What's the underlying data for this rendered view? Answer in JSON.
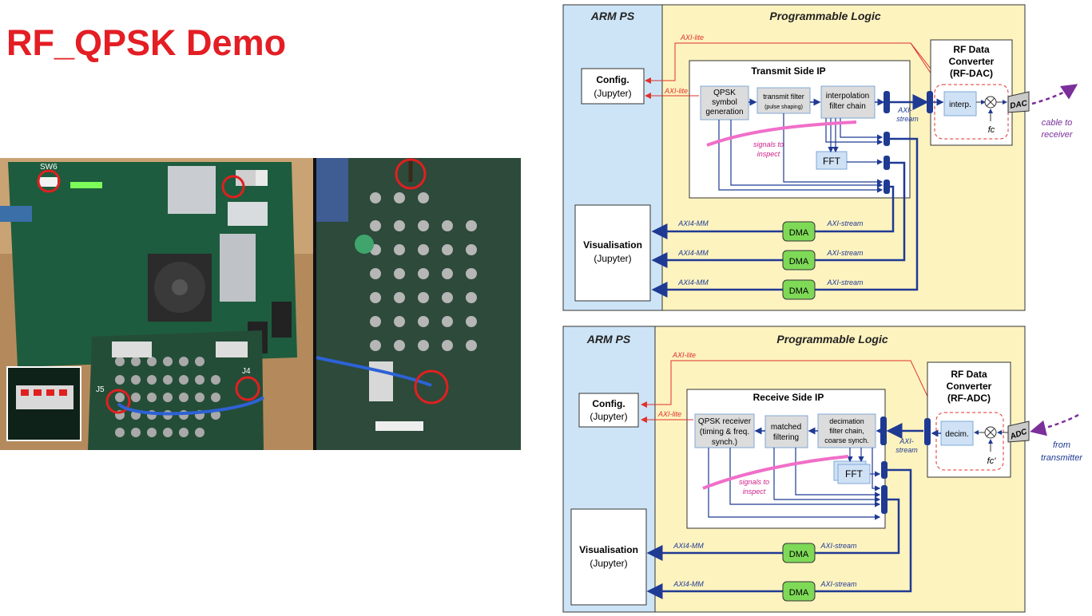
{
  "slide_title": "RF_QPSK Demo",
  "photo": {
    "sw6_label": "SW6",
    "j5_label": "J5",
    "j4_label": "J4"
  },
  "colors": {
    "title_red": "#e31e24",
    "arm_blue": "#cde4f6",
    "pl_yellow": "#fdf3bf",
    "dma_green": "#7ed957",
    "stream_navy": "#1f3a93",
    "axi_lite_red": "#e0312b",
    "inspect_pink": "#f06fc8",
    "cable_purple": "#7a2f9b"
  },
  "tx": {
    "arm_ps": "ARM PS",
    "programmable_logic": "Programmable Logic",
    "config_title": "Config.",
    "config_sub": "(Jupyter)",
    "vis_title": "Visualisation",
    "vis_sub": "(Jupyter)",
    "ip_title": "Transmit Side IP",
    "qpsk_l1": "QPSK",
    "qpsk_l2": "symbol",
    "qpsk_l3": "generation",
    "txfilter_l1": "transmit filter",
    "txfilter_l2": "(pulse shaping)",
    "interp_l1": "interpolation",
    "interp_l2": "filter chain",
    "fft": "FFT",
    "rfdc_l1": "RF Data",
    "rfdc_l2": "Converter",
    "rfdc_l3": "(RF-DAC)",
    "interp_short": "interp.",
    "dac": "DAC",
    "fc": "fc",
    "axi_lite_top": "AXI-lite",
    "axi_lite_left": "AXI-lite",
    "axi_stream_l1": "AXI-",
    "axi_stream_l2": "stream",
    "signals_l1": "signals to",
    "signals_l2": "inspect",
    "cable_l1": "cable to",
    "cable_l2": "receiver",
    "dma": [
      "DMA",
      "DMA",
      "DMA"
    ],
    "axi4mm": [
      "AXI4-MM",
      "AXI4-MM",
      "AXI4-MM"
    ],
    "axistream": [
      "AXI-stream",
      "AXI-stream",
      "AXI-stream"
    ]
  },
  "rx": {
    "arm_ps": "ARM PS",
    "programmable_logic": "Programmable Logic",
    "config_title": "Config.",
    "config_sub": "(Jupyter)",
    "vis_title": "Visualisation",
    "vis_sub": "(Jupyter)",
    "ip_title": "Receive Side IP",
    "qpskrx_l1": "QPSK receiver",
    "qpskrx_l2": "(timing & freq.",
    "qpskrx_l3": "synch.)",
    "matched_l1": "matched",
    "matched_l2": "filtering",
    "decim_l1": "decimation",
    "decim_l2": "filter chain,",
    "decim_l3": "coarse synch.",
    "fft": "FFT",
    "rfdc_l1": "RF Data",
    "rfdc_l2": "Converter",
    "rfdc_l3": "(RF-ADC)",
    "decim_short": "decim.",
    "adc": "ADC",
    "fc": "fc'",
    "axi_lite_top": "AXI-lite",
    "axi_lite_left": "AXI-lite",
    "axi_stream_l1": "AXI-",
    "axi_stream_l2": "stream",
    "signals_l1": "signals to",
    "signals_l2": "inspect",
    "from_l1": "from",
    "from_l2": "transmitter",
    "dma": [
      "DMA",
      "DMA"
    ],
    "axi4mm": [
      "AXI4-MM",
      "AXI4-MM"
    ],
    "axistream": [
      "AXI-stream",
      "AXI-stream"
    ]
  }
}
